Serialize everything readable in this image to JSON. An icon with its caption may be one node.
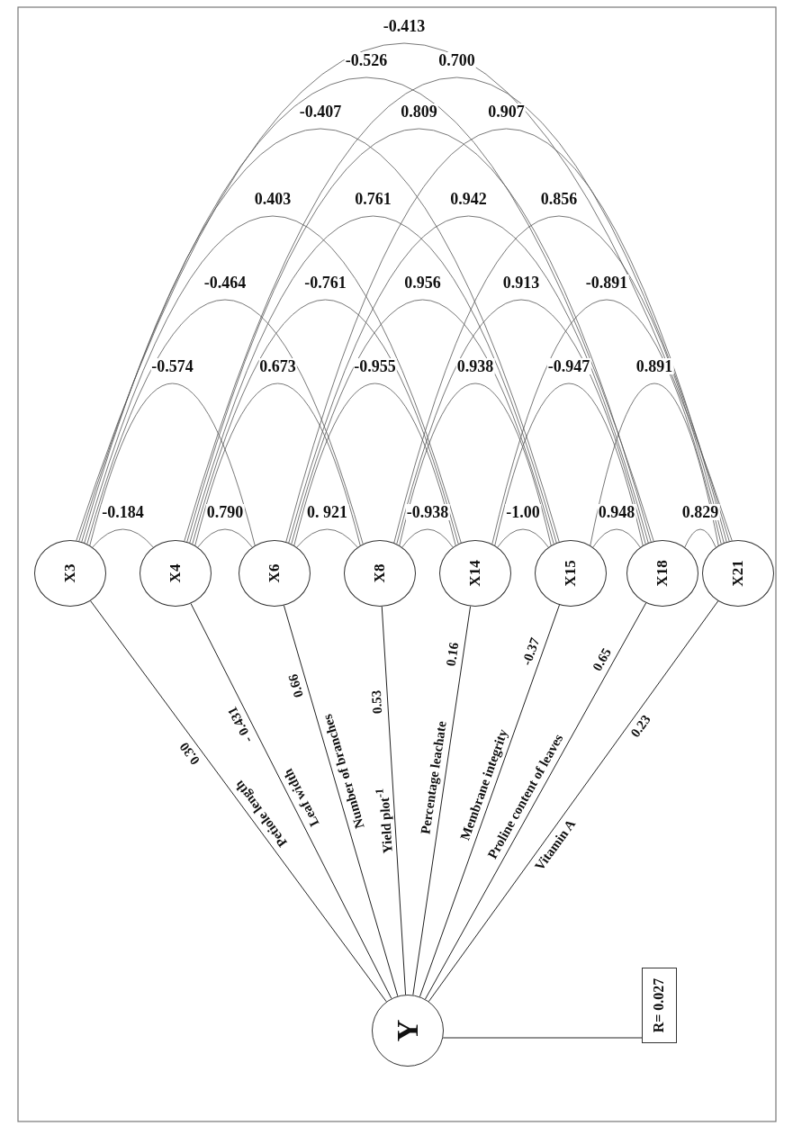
{
  "diagram": {
    "nodes": [
      {
        "text": [
          "X3"
        ]
      },
      {
        "text": [
          "X4"
        ]
      },
      {
        "text": [
          "X6"
        ]
      },
      {
        "text": [
          "X8"
        ]
      },
      {
        "text": [
          "X14"
        ]
      },
      {
        "text": [
          "X15"
        ]
      },
      {
        "text": [
          "X18"
        ]
      },
      {
        "text": [
          "X21"
        ]
      },
      {
        "text": [
          "Y"
        ]
      },
      {
        "text": [
          "R= 0.027"
        ]
      }
    ],
    "edges": [
      {
        "from": 0,
        "to": 1,
        "arrow": "none",
        "label": "-0.184"
      },
      {
        "from": 1,
        "to": 2,
        "arrow": "none",
        "label": "0.790"
      },
      {
        "from": 2,
        "to": 3,
        "arrow": "none",
        "label": "0. 921"
      },
      {
        "from": 3,
        "to": 4,
        "arrow": "none",
        "label": "-0.938"
      },
      {
        "from": 4,
        "to": 5,
        "arrow": "none",
        "label": "-1.00"
      },
      {
        "from": 5,
        "to": 6,
        "arrow": "none",
        "label": "0.948"
      },
      {
        "from": 6,
        "to": 7,
        "arrow": "none",
        "label": "0.829"
      },
      {
        "from": 0,
        "to": 2,
        "arrow": "none",
        "label": "-0.574"
      },
      {
        "from": 1,
        "to": 3,
        "arrow": "none",
        "label": "0.673"
      },
      {
        "from": 2,
        "to": 4,
        "arrow": "none",
        "label": "-0.955"
      },
      {
        "from": 3,
        "to": 5,
        "arrow": "none",
        "label": "0.938"
      },
      {
        "from": 4,
        "to": 6,
        "arrow": "none",
        "label": "-0.947"
      },
      {
        "from": 5,
        "to": 7,
        "arrow": "none",
        "label": "0.891"
      },
      {
        "from": 0,
        "to": 3,
        "arrow": "none",
        "label": "-0.464"
      },
      {
        "from": 1,
        "to": 4,
        "arrow": "none",
        "label": "-0.761"
      },
      {
        "from": 2,
        "to": 5,
        "arrow": "none",
        "label": "0.956"
      },
      {
        "from": 3,
        "to": 6,
        "arrow": "none",
        "label": "0.913"
      },
      {
        "from": 4,
        "to": 7,
        "arrow": "none",
        "label": "-0.891"
      },
      {
        "from": 0,
        "to": 4,
        "arrow": "none",
        "label": "0.403"
      },
      {
        "from": 1,
        "to": 5,
        "arrow": "none",
        "label": "0.761"
      },
      {
        "from": 2,
        "to": 6,
        "arrow": "none",
        "label": "0.942"
      },
      {
        "from": 3,
        "to": 7,
        "arrow": "none",
        "label": "0.856"
      },
      {
        "from": 0,
        "to": 5,
        "arrow": "none",
        "label": "-0.407"
      },
      {
        "from": 1,
        "to": 6,
        "arrow": "none",
        "label": "0.809"
      },
      {
        "from": 2,
        "to": 7,
        "arrow": "none",
        "label": "0.907"
      },
      {
        "from": 0,
        "to": 6,
        "arrow": "none",
        "label": "-0.526"
      },
      {
        "from": 1,
        "to": 7,
        "arrow": "none",
        "label": "0.700"
      },
      {
        "from": 0,
        "to": 7,
        "arrow": "none",
        "label": "-0.413"
      },
      {
        "from": 0,
        "to": 8,
        "arrow": "none",
        "label": "0.30"
      },
      {
        "from": 1,
        "to": 8,
        "arrow": "none",
        "label": "- 0.431"
      },
      {
        "from": 2,
        "to": 8,
        "arrow": "none",
        "label": "0.66"
      },
      {
        "from": 3,
        "to": 8,
        "arrow": "none",
        "label": "0.53"
      },
      {
        "from": 4,
        "to": 8,
        "arrow": "none",
        "label": "0.16"
      },
      {
        "from": 5,
        "to": 8,
        "arrow": "none",
        "label": "-0.37"
      },
      {
        "from": 6,
        "to": 8,
        "arrow": "none",
        "label": "0.65"
      },
      {
        "from": 7,
        "to": 8,
        "arrow": "none",
        "label": "0.23"
      },
      {
        "from": 8,
        "to": 9,
        "arrow": "none"
      }
    ],
    "labels": [
      "Petiole length",
      "Leaf width",
      "Number of branches",
      "Yield plot$^{-1}$",
      "Percentage leachate",
      "Membrane integrity",
      "Proline content of leaves",
      "Vitamin A"
    ]
  }
}
